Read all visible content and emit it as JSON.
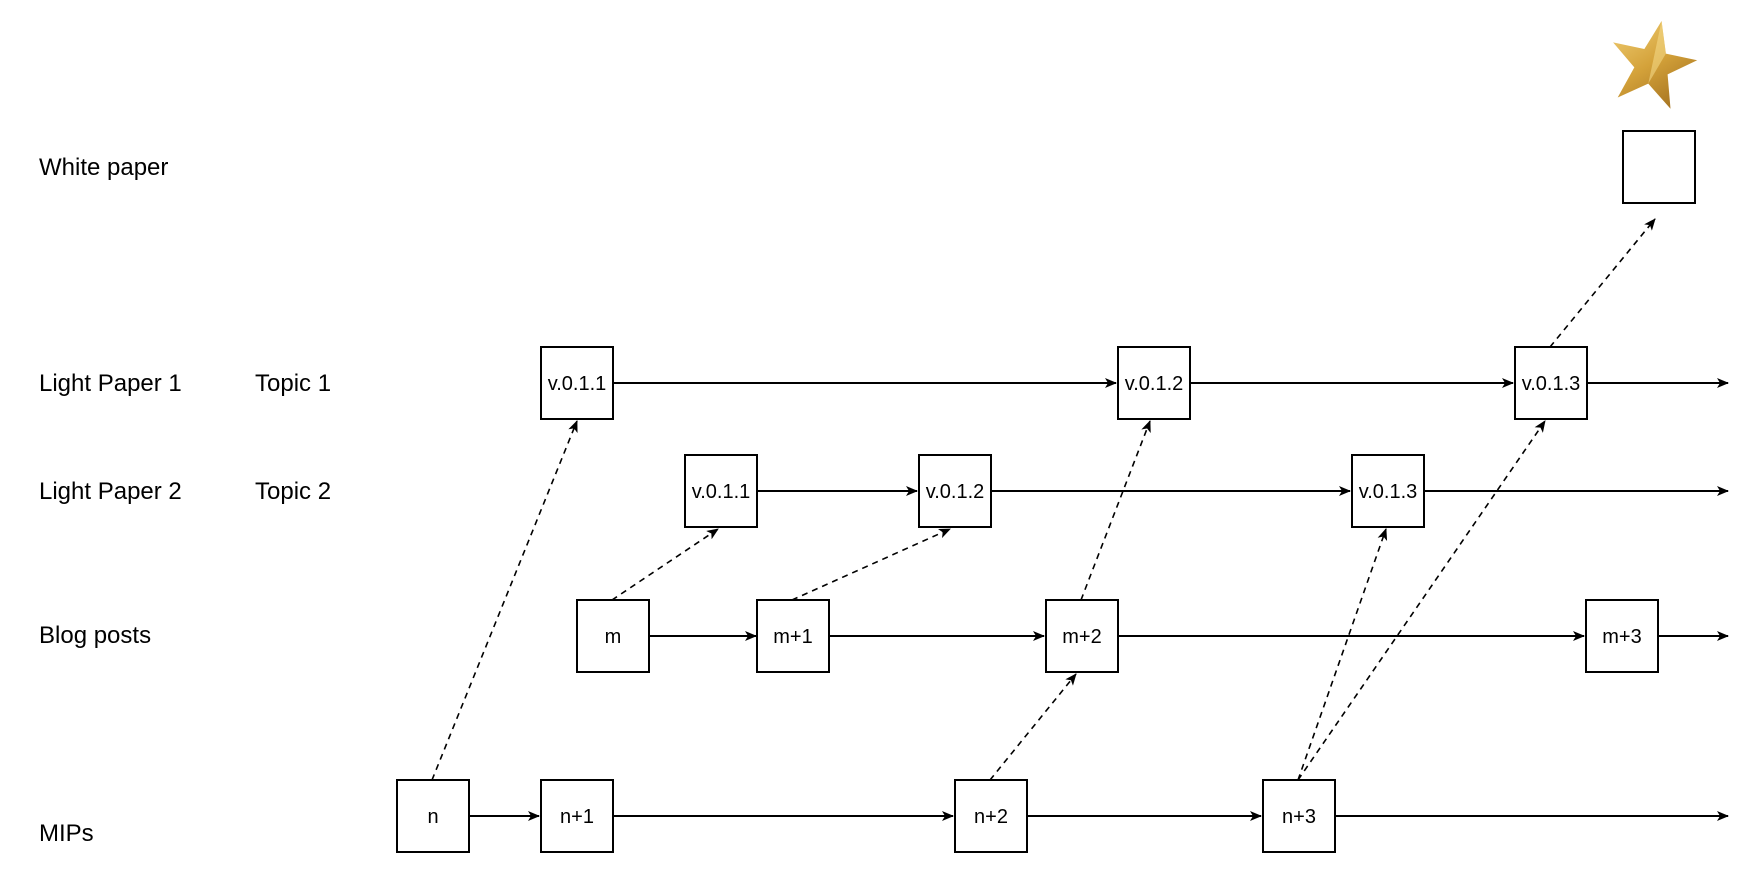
{
  "rows": {
    "white_paper": {
      "label": "White paper"
    },
    "light_paper_1": {
      "label": "Light Paper 1",
      "topic": "Topic 1"
    },
    "light_paper_2": {
      "label": "Light Paper 2",
      "topic": "Topic 2"
    },
    "blog_posts": {
      "label": "Blog posts"
    },
    "mips": {
      "label": "MIPs"
    }
  },
  "nodes": {
    "white_paper": "",
    "lp1_v011": "v.0.1.1",
    "lp1_v012": "v.0.1.2",
    "lp1_v013": "v.0.1.3",
    "lp2_v011": "v.0.1.1",
    "lp2_v012": "v.0.1.2",
    "lp2_v013": "v.0.1.3",
    "blog_m": "m",
    "blog_m1": "m+1",
    "blog_m2": "m+2",
    "blog_m3": "m+3",
    "mip_n": "n",
    "mip_n1": "n+1",
    "mip_n2": "n+2",
    "mip_n3": "n+3"
  },
  "icons": {
    "star": "star-icon"
  },
  "colors": {
    "star_gold": "#d4a23a",
    "star_dark": "#a8731e",
    "line": "#000000"
  }
}
